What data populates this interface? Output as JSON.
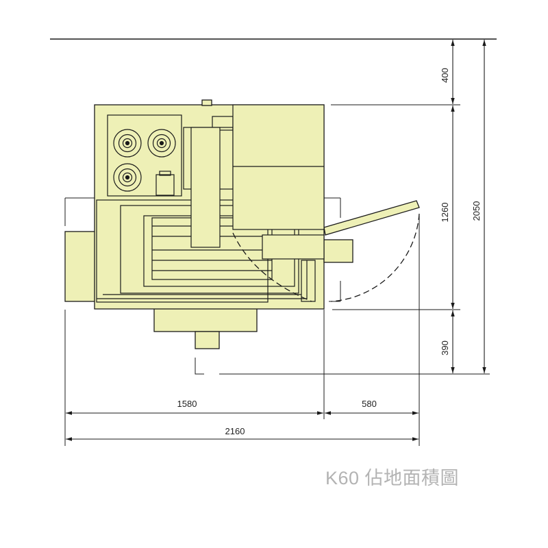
{
  "caption": "K60 佔地面積圖",
  "dimensions": {
    "top_clearance": "400",
    "machine_depth": "1260",
    "total_depth": "2050",
    "front_clearance": "390",
    "machine_width": "1580",
    "door_swing": "580",
    "total_width": "2160"
  },
  "colors": {
    "machine_fill": "#eef0b6",
    "outline": "#1a1a1a",
    "dimension_line": "#1a1a1a",
    "caption_text": "#b3b3b3"
  }
}
